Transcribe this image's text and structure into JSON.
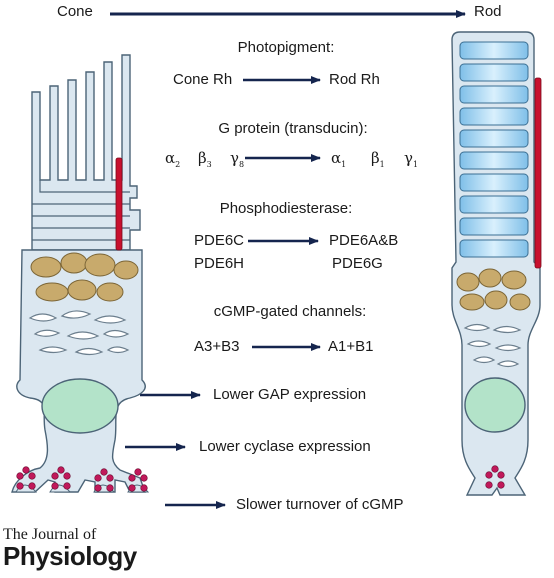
{
  "header": {
    "from": "Cone",
    "to": "Rod"
  },
  "photopigment": {
    "title": "Photopigment:",
    "cone": "Cone Rh",
    "rod": "Rod Rh"
  },
  "transducin": {
    "title": "G protein (transducin):",
    "cone": [
      {
        "g": "α",
        "s": "2"
      },
      {
        "g": "β",
        "s": "3"
      },
      {
        "g": "γ",
        "s": "8"
      }
    ],
    "rod": [
      {
        "g": "α",
        "s": "1"
      },
      {
        "g": "β",
        "s": "1"
      },
      {
        "g": "γ",
        "s": "1"
      }
    ]
  },
  "pde": {
    "title": "Phosphodiesterase:",
    "cone": [
      "PDE6C",
      "PDE6H"
    ],
    "rod": [
      "PDE6A&B",
      "PDE6G"
    ]
  },
  "channels": {
    "title": "cGMP-gated channels:",
    "cone": "A3+B3",
    "rod": "A1+B1"
  },
  "cone_properties": [
    "Lower GAP expression",
    "Lower cyclase expression",
    "Slower turnover of cGMP"
  ],
  "branding": {
    "line1": "The Journal of",
    "line2": "Physiology"
  },
  "colors": {
    "arrow": "#15254e",
    "cell_fill": "#dbe7f0",
    "cell_stroke": "#4c6477",
    "disc_fill": "#a9d6f2",
    "mitochondria": "#c8aa6c",
    "nucleus": "#b3e3c9",
    "red_bar": "#c8102e",
    "synapse": "#c0195a"
  }
}
